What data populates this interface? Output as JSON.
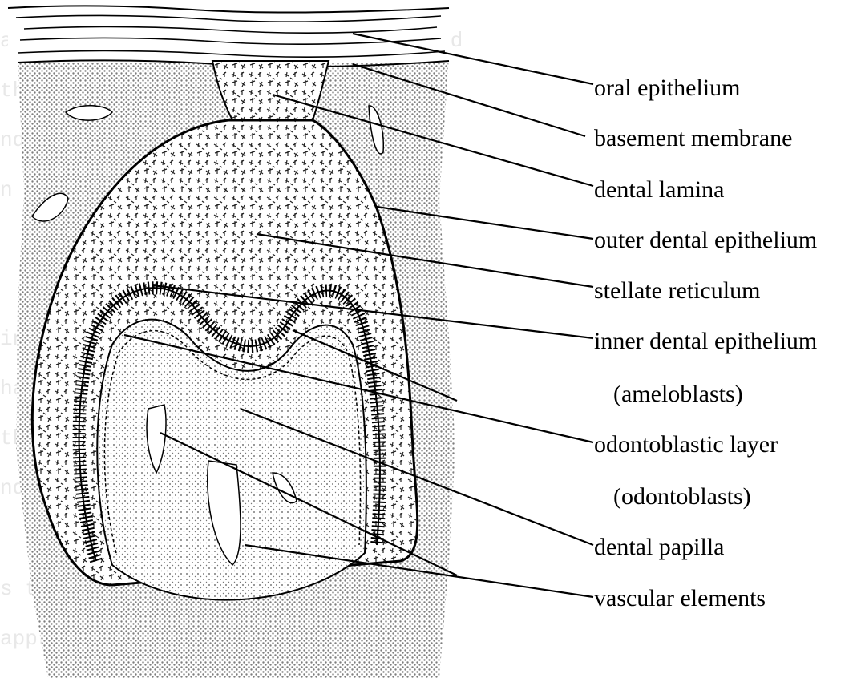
{
  "diagram": {
    "labels": {
      "oral_epithelium": "oral epithelium",
      "basement_membrane": "basement membrane",
      "dental_lamina": "dental lamina",
      "outer_dental_epithelium": "outer dental epithelium",
      "stellate_reticulum": "stellate reticulum",
      "inner_dental_epithelium": "inner dental epithelium",
      "ameloblasts": "(ameloblasts)",
      "odontoblastic_layer": "odontoblastic layer",
      "odontoblasts": "(odontoblasts)",
      "dental_papilla": "dental papilla",
      "vascular_elements": "vascular elements"
    },
    "colors": {
      "line": "#000000",
      "stipple": "#8a8a8a",
      "background": "#ffffff",
      "bleed_through": "#e6e6e6"
    }
  }
}
